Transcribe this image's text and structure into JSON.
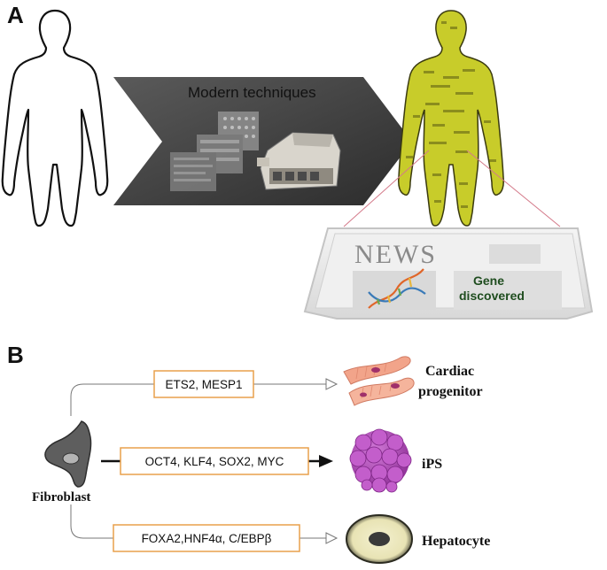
{
  "panels": {
    "a": {
      "letter": "A"
    },
    "b": {
      "letter": "B"
    }
  },
  "panel_a": {
    "arrow_label": "Modern techniques",
    "newspaper": {
      "masthead": "NEWS",
      "headline_line1": "Gene",
      "headline_line2": "discovered"
    }
  },
  "panel_b": {
    "source_cell": "Fibroblast",
    "pathways": [
      {
        "factors": "ETS2, MESP1",
        "target_line1": "Cardiac",
        "target_line2": "progenitor"
      },
      {
        "factors": "OCT4, KLF4, SOX2, MYC",
        "target_line1": "iPS"
      },
      {
        "factors": "FOXA2,HNF4α, C/EBPβ",
        "target_line1": "Hepatocyte"
      }
    ]
  },
  "colors": {
    "factor_box_border": "#e8a04c",
    "arrow_panel": "#3c3c3c",
    "highlight_body": "#c8cc2a",
    "ips_cell": "#b04ab8",
    "cardiac_cell": "#f2a48a",
    "dna": "#e0662a"
  }
}
